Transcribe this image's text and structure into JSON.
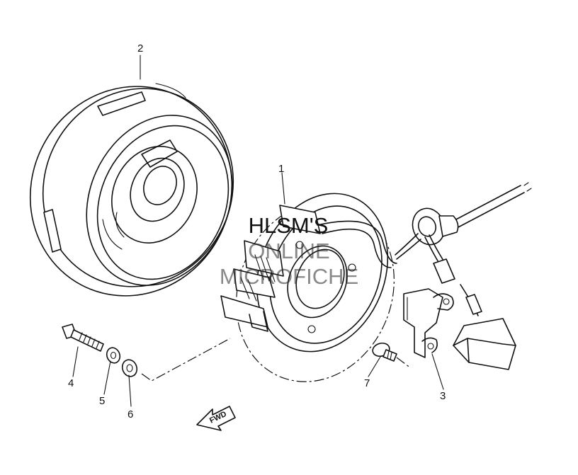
{
  "callouts": {
    "p1": "1",
    "p2": "2",
    "p3": "3",
    "p4": "4",
    "p5": "5",
    "p6": "6",
    "p7": "7"
  },
  "watermark": {
    "line1": "HLSM'S",
    "line2": "ONLINE",
    "line3": "MICROFICHE"
  },
  "direction_arrow": {
    "label": "FWD"
  }
}
